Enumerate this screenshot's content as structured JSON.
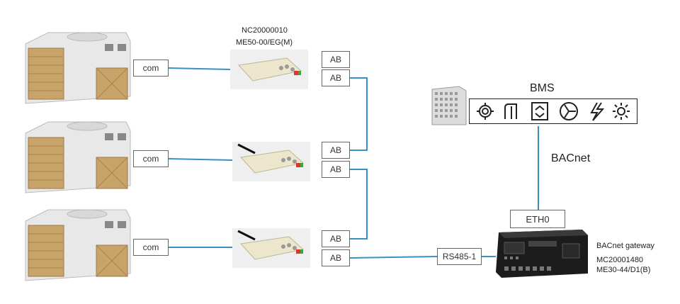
{
  "rooftop_units": [
    {
      "com_label": "com"
    },
    {
      "com_label": "com"
    },
    {
      "com_label": "com"
    }
  ],
  "module_top": {
    "line1": "NC20000010",
    "line2": "ME50-00/EG(M)"
  },
  "ab_labels": [
    "AB",
    "AB",
    "AB",
    "AB",
    "AB",
    "AB"
  ],
  "bms": {
    "label": "BMS",
    "icons": [
      "gear-icon",
      "door-icon",
      "elevator-icon",
      "fan-icon",
      "lightning-icon",
      "sun-icon"
    ]
  },
  "bacnet_label": "BACnet",
  "gateway": {
    "eth_label": "ETH0",
    "rs485_label": "RS485-1",
    "title": "BACnet gateway",
    "line1": "MC20001480",
    "line2": "ME30-44/D1(B)"
  },
  "colors": {
    "wire": "#3a8fc4",
    "box_border": "#666666"
  }
}
